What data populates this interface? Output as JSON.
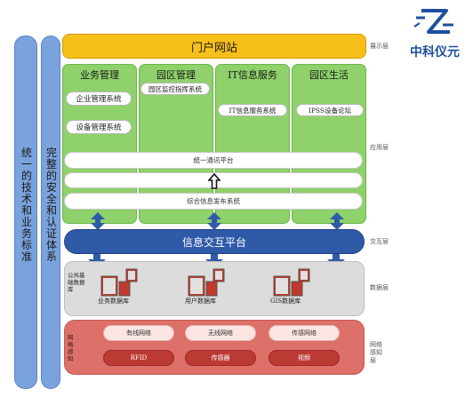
{
  "logo": {
    "text": "中科仪元"
  },
  "left_bars": {
    "standards": "统一的技术和业务标准",
    "security": "完整的安全和认证体系"
  },
  "portal": {
    "label": "门户网站"
  },
  "layer_labels": {
    "display": "展示层",
    "application": "应用层",
    "exchange": "交互层",
    "data": "数据层",
    "network": "网络感知层"
  },
  "app_columns": [
    {
      "title": "业务管理",
      "items": [
        "企业管理系统",
        "设备管理系统"
      ]
    },
    {
      "title": "园区管理",
      "items": [
        "园区监控指挥系统"
      ]
    },
    {
      "title": "IT信息服务",
      "items": [
        "IT信息服务系统"
      ]
    },
    {
      "title": "园区生活",
      "items": [
        "IPSS设备论坛"
      ]
    }
  ],
  "platform_bars": {
    "unified_comm": "统一通讯平台",
    "middle": "",
    "info_publish": "综合信息发布系统"
  },
  "exchange": {
    "label": "信息交互平台"
  },
  "data_layer": {
    "side_label": "公共基础数据库",
    "databases": [
      "业务数据库",
      "用户数据库",
      "GIS数据库"
    ]
  },
  "network_layer": {
    "side_label": "网络感知",
    "networks": [
      "有线网络",
      "无线网络",
      "传感网络"
    ],
    "devices": [
      "RFID",
      "传感器",
      "视频"
    ]
  },
  "colors": {
    "portal": "#f7bf1a",
    "app_green": "#8fd16a",
    "exchange_blue": "#2f5aa8",
    "data_gray": "#dcdcdc",
    "network_red": "#dd7069",
    "side_blue": "#7aa2dc"
  }
}
